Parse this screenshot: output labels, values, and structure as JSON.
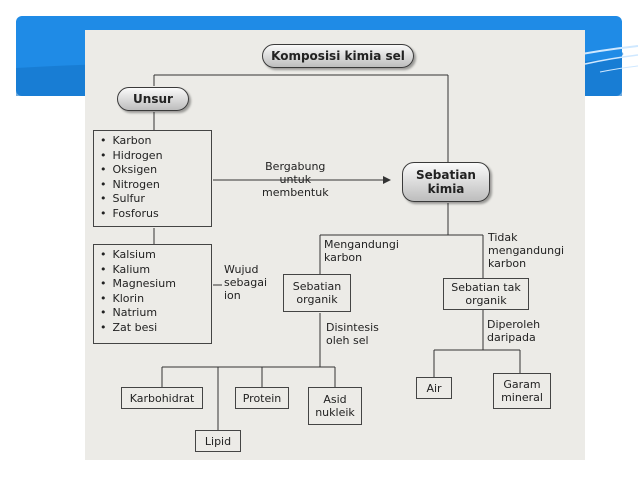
{
  "nodes": {
    "root": "Komposisi kimia sel",
    "unsur": "Unsur",
    "sebatian_kimia": "Sebatian\nkimia",
    "sebatian_organik": "Sebatian\norganik",
    "sebatian_tak_organik": "Sebatian tak\norganik",
    "karbohidrat": "Karbohidrat",
    "protein": "Protein",
    "asid_nukleik": "Asid\nnukleik",
    "lipid": "Lipid",
    "air": "Air",
    "garam_mineral": "Garam\nmineral"
  },
  "lists": {
    "elements_1": [
      "Karbon",
      "Hidrogen",
      "Oksigen",
      "Nitrogen",
      "Sulfur",
      "Fosforus"
    ],
    "elements_2": [
      "Kalsium",
      "Kalium",
      "Magnesium",
      "Klorin",
      "Natrium",
      "Zat besi"
    ]
  },
  "edge_labels": {
    "bergabung": "Bergabung\nuntuk\nmembentuk",
    "wujud": "Wujud\nsebagai\nion",
    "mengandungi": "Mengandungi\nkarbon",
    "tidak_mengandungi": "Tidak\nmengandungi\nkarbon",
    "disintesis": "Disintesis\noleh sel",
    "diperoleh": "Diperoleh\ndaripada"
  }
}
